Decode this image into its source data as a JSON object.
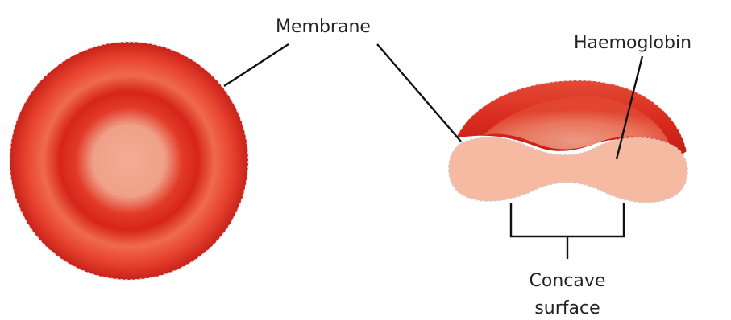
{
  "labels": {
    "membrane": "Membrane",
    "haemoglobin": "Haemoglobin",
    "concave_line1": "Concave",
    "concave_line2": "surface"
  },
  "colors": {
    "cell_center": "#f0a88c",
    "cell_ring_dark": "#d82a1e",
    "cell_ring_light": "#ec5a40",
    "cell_edge": "#c81e14",
    "cross_section_fill": "#f6b9a2",
    "outline_dash": "#d9d9d9",
    "leader_line": "#111111"
  }
}
